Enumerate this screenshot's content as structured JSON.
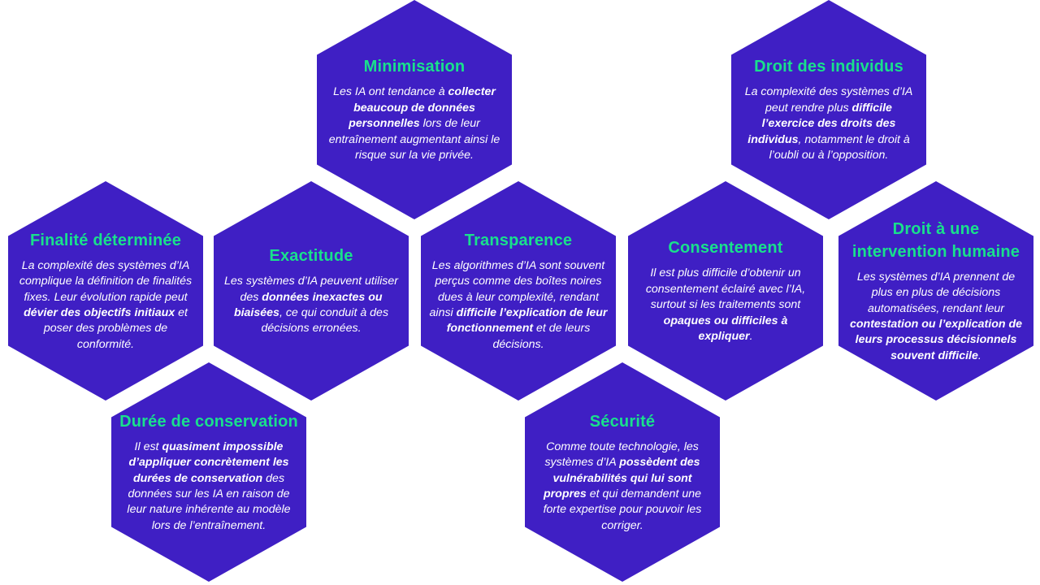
{
  "theme": {
    "hex_fill": "#3f1fc4",
    "title_color": "#19e08c",
    "text_color": "#ffffff"
  },
  "cards": [
    {
      "id": "minimisation",
      "title": "Minimisation",
      "body": [
        {
          "t": "Les IA ont tendance à "
        },
        {
          "t": "collecter beaucoup de données personnelles",
          "b": true
        },
        {
          "t": " lors de leur entraînement augmentant ainsi le risque sur la vie privée."
        }
      ]
    },
    {
      "id": "droit-individus",
      "title": "Droit des individus",
      "body": [
        {
          "t": "La complexité des systèmes d’IA peut rendre plus "
        },
        {
          "t": "difficile l’exercice des droits des individus",
          "b": true
        },
        {
          "t": ", notamment le droit à l’oubli ou à l’opposition."
        }
      ]
    },
    {
      "id": "finalite",
      "title": "Finalité déterminée",
      "body": [
        {
          "t": "La complexité des systèmes d’IA complique la définition de finalités fixes. Leur évolution rapide peut "
        },
        {
          "t": "dévier des objectifs initiaux",
          "b": true
        },
        {
          "t": " et poser des problèmes de conformité."
        }
      ]
    },
    {
      "id": "exactitude",
      "title": "Exactitude",
      "body": [
        {
          "t": "Les systèmes d’IA peuvent utiliser des "
        },
        {
          "t": "données inexactes ou biaisées",
          "b": true
        },
        {
          "t": ", ce qui conduit à des décisions erronées."
        }
      ]
    },
    {
      "id": "transparence",
      "title": "Transparence",
      "body": [
        {
          "t": "Les algorithmes d’IA sont souvent perçus comme des boîtes noires dues à leur complexité, rendant ainsi "
        },
        {
          "t": "difficile l’explication de leur fonctionnement",
          "b": true
        },
        {
          "t": " et de leurs décisions."
        }
      ]
    },
    {
      "id": "consentement",
      "title": "Consentement",
      "body": [
        {
          "t": "Il est plus difficile d’obtenir un consentement éclairé avec l’IA, surtout si les traitements sont "
        },
        {
          "t": "opaques ou difficiles à expliquer",
          "b": true
        },
        {
          "t": "."
        }
      ]
    },
    {
      "id": "intervention-humaine",
      "title": "Droit à une intervention humaine",
      "body": [
        {
          "t": "Les systèmes d’IA prennent de plus en plus de décisions automatisées, rendant leur "
        },
        {
          "t": "contestation ou l’explication de leurs processus décisionnels souvent difficile",
          "b": true
        },
        {
          "t": "."
        }
      ]
    },
    {
      "id": "duree-conservation",
      "title": "Durée de conservation",
      "body": [
        {
          "t": "Il est "
        },
        {
          "t": "quasiment impossible d’appliquer concrètement les durées de conservation",
          "b": true
        },
        {
          "t": " des données sur les IA en raison de leur nature inhérente au modèle lors de l’entraînement."
        }
      ]
    },
    {
      "id": "securite",
      "title": "Sécurité",
      "body": [
        {
          "t": "Comme toute technologie, les systèmes d’IA "
        },
        {
          "t": "possèdent des vulnérabilités qui lui sont propres",
          "b": true
        },
        {
          "t": " et qui demandent une forte expertise pour pouvoir les corriger."
        }
      ]
    }
  ]
}
